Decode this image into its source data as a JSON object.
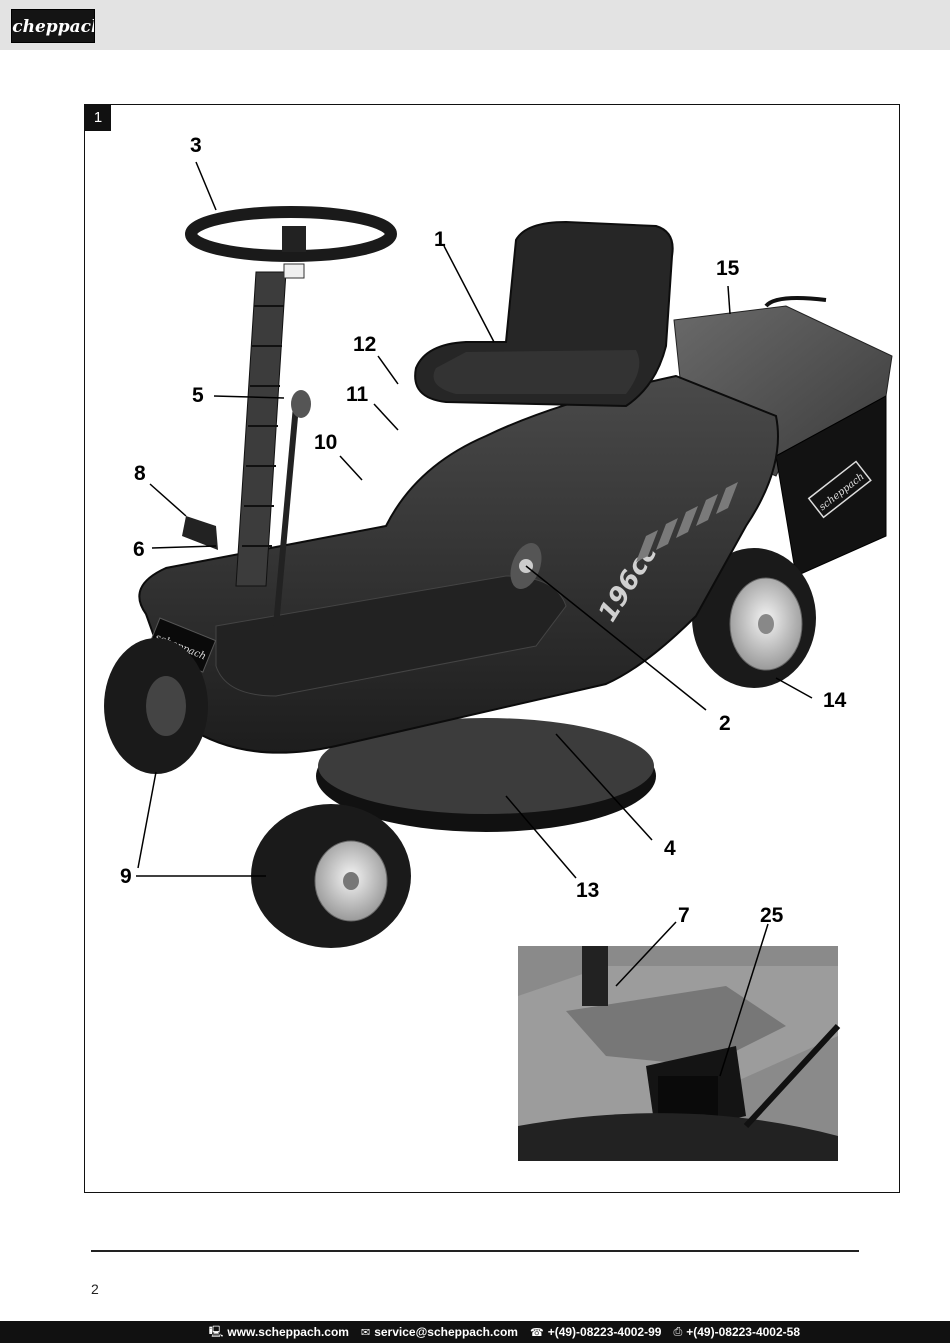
{
  "header": {
    "brand_name": "scheppach"
  },
  "figure": {
    "number": "1",
    "callouts": [
      "3",
      "1",
      "15",
      "12",
      "5",
      "11",
      "10",
      "8",
      "6",
      "2",
      "14",
      "4",
      "9",
      "13",
      "7",
      "25"
    ],
    "mower_brand": "scheppach",
    "engine_label": "196cc"
  },
  "footer": {
    "page_number": "2",
    "contacts": [
      {
        "icon": "computer-icon",
        "text": "www.scheppach.com"
      },
      {
        "icon": "mail-icon",
        "text": "service@scheppach.com"
      },
      {
        "icon": "phone-icon",
        "text": "+(49)-08223-4002-99"
      },
      {
        "icon": "fax-icon",
        "text": "+(49)-08223-4002-58"
      }
    ]
  }
}
